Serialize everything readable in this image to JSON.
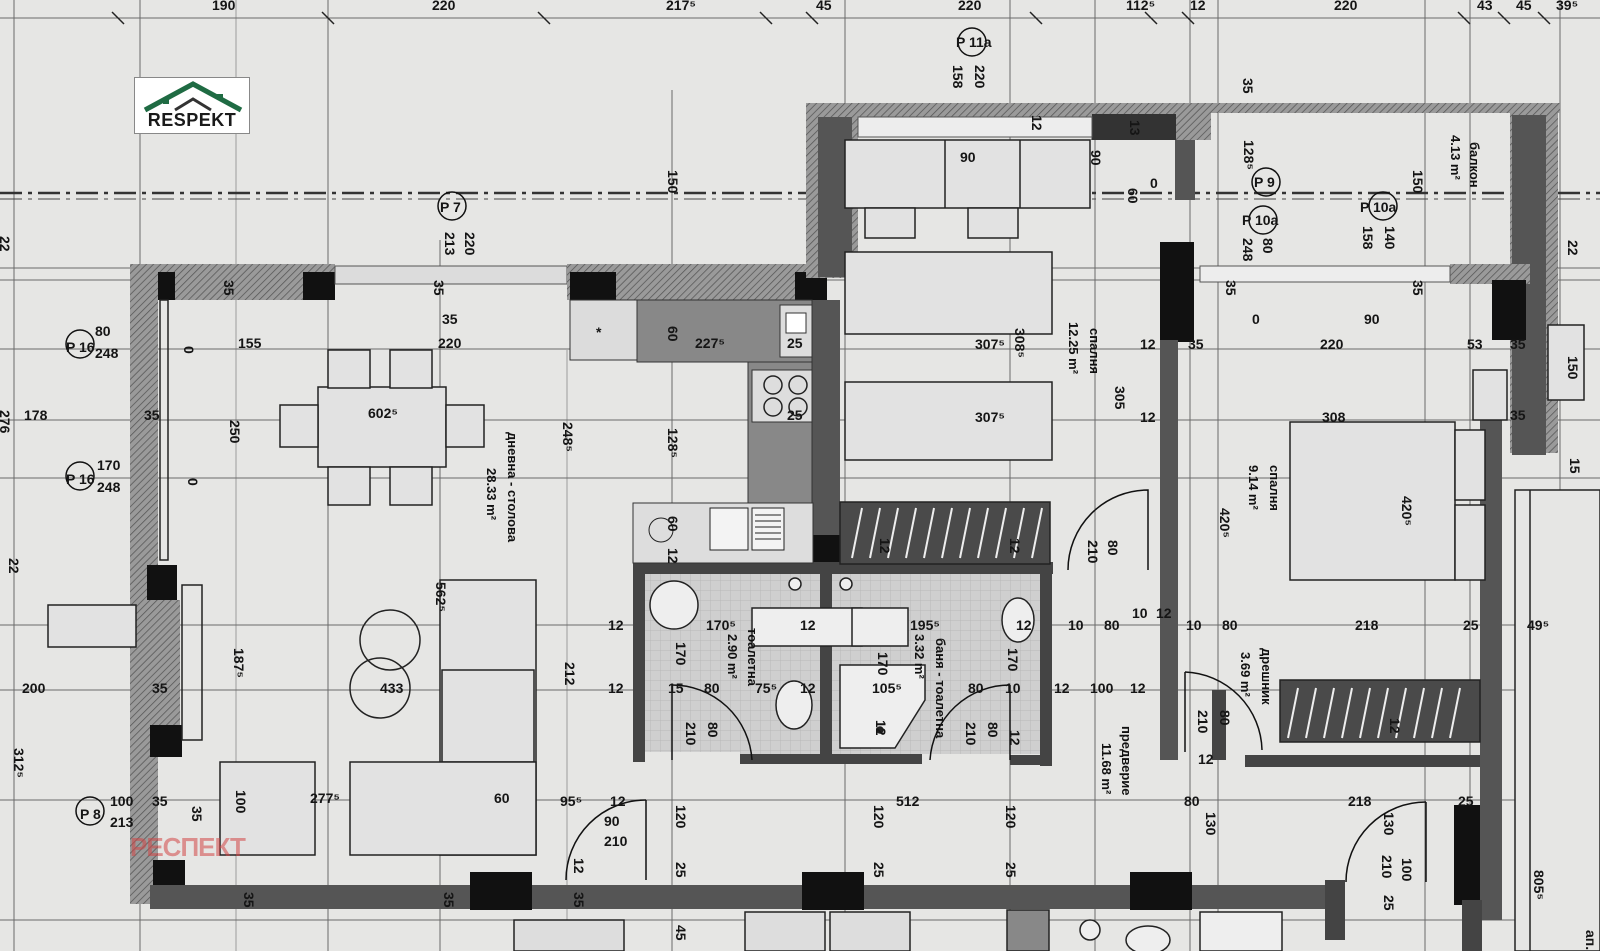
{
  "logo": {
    "text": "RESPEKT"
  },
  "watermark": {
    "text": "РЕСПЕКТ"
  },
  "top_dimensions": [
    "190",
    "220",
    "217⁵",
    "45",
    "220",
    "112⁵",
    "12",
    "220",
    "43",
    "45",
    "39⁵"
  ],
  "rooms": {
    "living": {
      "name": "дневна - столова",
      "area": "28.33 m²"
    },
    "bedroom1": {
      "name": "спалня",
      "area": "12.25 m²"
    },
    "bedroom2": {
      "name": "спалня",
      "area": "9.14 m²"
    },
    "balcony": {
      "name": "балкон",
      "area": "4.13 m²"
    },
    "toilet": {
      "name": "тоалетна",
      "area": "2.90 m²"
    },
    "bath": {
      "name": "баня - тоалетна",
      "area": "3.32 m²"
    },
    "hall": {
      "name": "предверие",
      "area": "11.68 m²"
    },
    "wardrobe": {
      "name": "дрешник",
      "area": "3.69 m²"
    }
  },
  "windows": {
    "p7": {
      "tag": "P 7",
      "a": "213",
      "b": "220"
    },
    "p11a": {
      "tag": "P 11a",
      "a": "158",
      "b": "220"
    },
    "p10a_l": {
      "tag": "P 10a",
      "a": "248",
      "b": "80"
    },
    "p10a_r": {
      "tag": "P 10a",
      "a": "158",
      "b": "140"
    },
    "p9": {
      "tag": "P 9",
      "a": "248",
      "b": "80"
    },
    "p16a": {
      "tag": "P 16",
      "a": "80",
      "b": "248"
    },
    "p16b": {
      "tag": "P 16",
      "a": "170",
      "b": "248"
    },
    "p8": {
      "tag": "P 8",
      "a": "100",
      "b": "213"
    }
  },
  "dims": {
    "d155": "155",
    "d220a": "220",
    "d35a": "35",
    "d35b": "35",
    "d35c": "35",
    "d178": "178",
    "d276": "276",
    "d200": "200",
    "d312": "312⁵",
    "d22": "22",
    "d0a": "0",
    "d0b": "0",
    "d250": "250",
    "d187": "187⁵",
    "d100": "100",
    "d602": "602⁵",
    "d433": "433",
    "d562": "562⁵",
    "d277": "277⁵",
    "d60a": "60",
    "d248": "248⁵",
    "d212": "212",
    "d150a": "150",
    "d128": "128⁵",
    "d60b": "60",
    "d227": "227⁵",
    "d25a": "25",
    "d25b": "25",
    "d60c": "60",
    "d12a": "12",
    "d90a": "90",
    "d90b": "90",
    "d13": "13",
    "d60d": "60",
    "d307a": "307⁵",
    "d307b": "307⁵",
    "d308": "308⁵",
    "d305": "305",
    "d12b": "12",
    "d12c": "12",
    "d35d": "35",
    "d220b": "220",
    "d53": "53",
    "d308b": "308",
    "d420a": "420⁵",
    "d420b": "420⁵",
    "d150b": "150",
    "d128b": "128⁵",
    "d0c": "0",
    "d0d": "0",
    "d90c": "90",
    "d35e": "35",
    "d35f": "35",
    "d210a": "210",
    "d80a": "80",
    "d218a": "218",
    "d25c": "25",
    "d49": "49⁵",
    "d10a": "10",
    "d80b": "80",
    "d10b": "10",
    "d12d": "12",
    "d10c": "10",
    "d80c": "80",
    "d12e": "12",
    "d170a": "170⁵",
    "d195": "195⁵",
    "d12f": "12",
    "d12g": "12",
    "d170b": "170",
    "d170c": "170",
    "d170d": "170",
    "d12h": "12",
    "d15": "15",
    "d80d": "80",
    "d75": "75⁵",
    "d12i": "12",
    "d105": "105⁵",
    "d80e": "80",
    "d10d": "10",
    "d12j": "12",
    "d100b": "100",
    "d12k": "12",
    "d210b": "210",
    "d80f": "80",
    "d210c": "210",
    "d80g": "80",
    "d12l": "12",
    "d210d": "210",
    "d12m": "12",
    "d80h": "80",
    "d95": "95⁵",
    "d12n": "12",
    "d90d": "90",
    "d210e": "210",
    "d512": "512",
    "d120a": "120",
    "d120b": "120",
    "d120c": "120",
    "d80i": "80",
    "d218b": "218",
    "d25d": "25",
    "d130a": "130",
    "d130b": "130",
    "d210f": "210",
    "d100c": "100",
    "d805": "805⁵",
    "d25e": "25",
    "d25f": "25",
    "d25g": "25",
    "d12o": "12",
    "d35g": "35",
    "d35h": "35",
    "d35i": "35",
    "d45": "45",
    "d12p": "12",
    "d25h": "25",
    "d12q": "12",
    "d90e": "90",
    "d15b": "15",
    "d80j": "80",
    "d12r": "12",
    "d35j": "35",
    "d35k": "35",
    "d150c": "150",
    "d35l": "35",
    "d35m": "35",
    "d22b": "22",
    "d12s": "12",
    "d60e": "60",
    "d128c": "128⁵",
    "d0e": "0",
    "d248b": "248",
    "d35n": "35",
    "d35o": "35",
    "d35p": "35",
    "d12t": "12",
    "d12u": "12",
    "dapt": "ап."
  }
}
